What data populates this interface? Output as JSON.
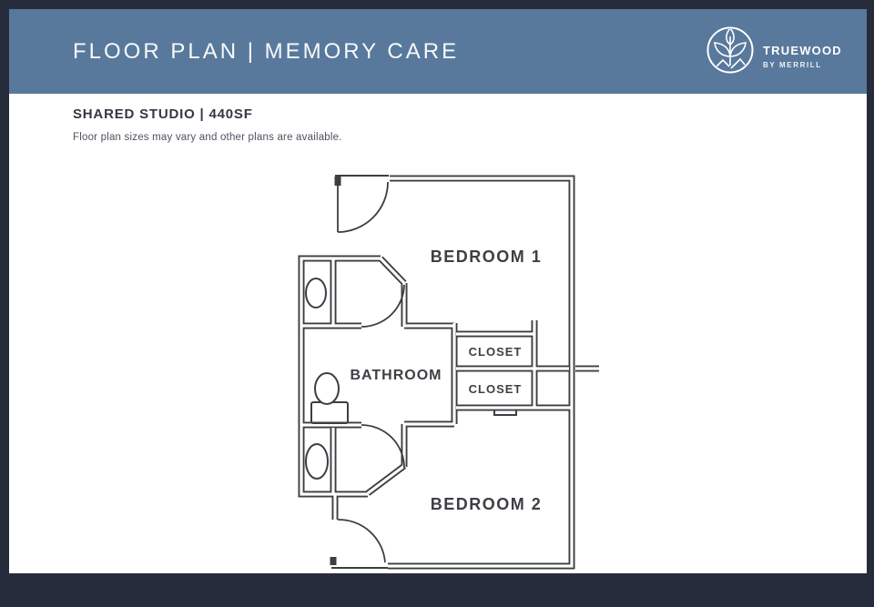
{
  "header": {
    "title": "FLOOR PLAN | MEMORY CARE"
  },
  "brand": {
    "name": "TRUEWOOD",
    "tagline": "BY MERRILL",
    "logo_icon": "leaf-plant-in-circle"
  },
  "plan": {
    "title": "SHARED STUDIO | 440SF",
    "disclaimer": "Floor plan sizes may vary and other plans are available."
  },
  "floor_plan": {
    "bedroom1": "BEDROOM 1",
    "bedroom2": "BEDROOM 2",
    "bathroom": "BATHROOM",
    "closet": "CLOSET",
    "fixtures": [
      "toilet",
      "toilet",
      "sink-with-vanity"
    ],
    "doors": [
      "entry-door-top",
      "bathroom-door-upper",
      "bathroom-door-lower",
      "bedroom2-door-bottom"
    ]
  },
  "colors": {
    "header_bg": "#58799c",
    "frame": "#272c3c",
    "wall": "#3d3e42",
    "room_label": "#3e3f44",
    "title_text": "#ffffff",
    "plan_title_text": "#333845",
    "disclaimer_text": "#4e525e"
  }
}
